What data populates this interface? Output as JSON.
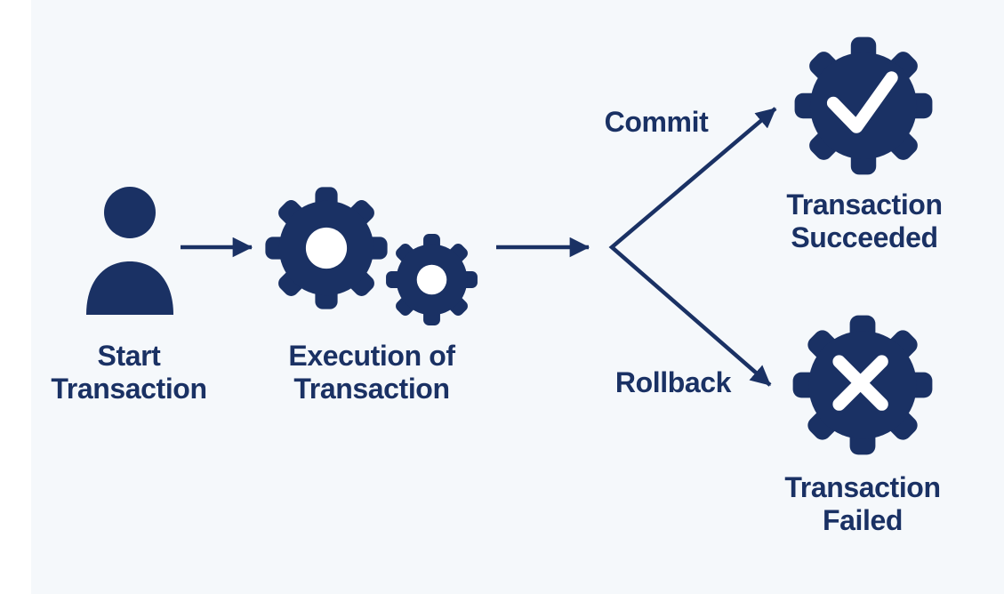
{
  "colors": {
    "primary": "#1a3164",
    "background": "#f5f8fb",
    "margin": "#ffffff",
    "glyph": "#ffffff"
  },
  "diagram": {
    "type": "flowchart",
    "nodes": [
      {
        "id": "start",
        "icon": "person-icon",
        "label_lines": [
          "Start",
          "Transaction"
        ]
      },
      {
        "id": "execution",
        "icon": "gears-icon",
        "label_lines": [
          "Execution of",
          "Transaction"
        ]
      },
      {
        "id": "succeeded",
        "icon": "gear-check-icon",
        "label_lines": [
          "Transaction",
          "Succeeded"
        ]
      },
      {
        "id": "failed",
        "icon": "gear-cross-icon",
        "label_lines": [
          "Transaction",
          "Failed"
        ]
      }
    ],
    "edges": [
      {
        "from": "start",
        "to": "execution",
        "label": ""
      },
      {
        "from": "execution",
        "to": "decision",
        "label": ""
      },
      {
        "from": "decision",
        "to": "succeeded",
        "label": "Commit"
      },
      {
        "from": "decision",
        "to": "failed",
        "label": "Rollback"
      }
    ]
  }
}
